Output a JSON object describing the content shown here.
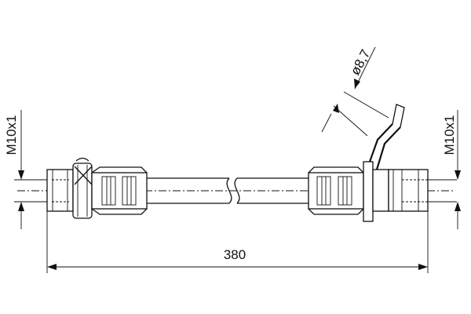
{
  "dimensions": {
    "overall_length": "380",
    "thread_left": "M10x1",
    "thread_right": "M10x1",
    "bracket_hole": "ø8,7"
  }
}
